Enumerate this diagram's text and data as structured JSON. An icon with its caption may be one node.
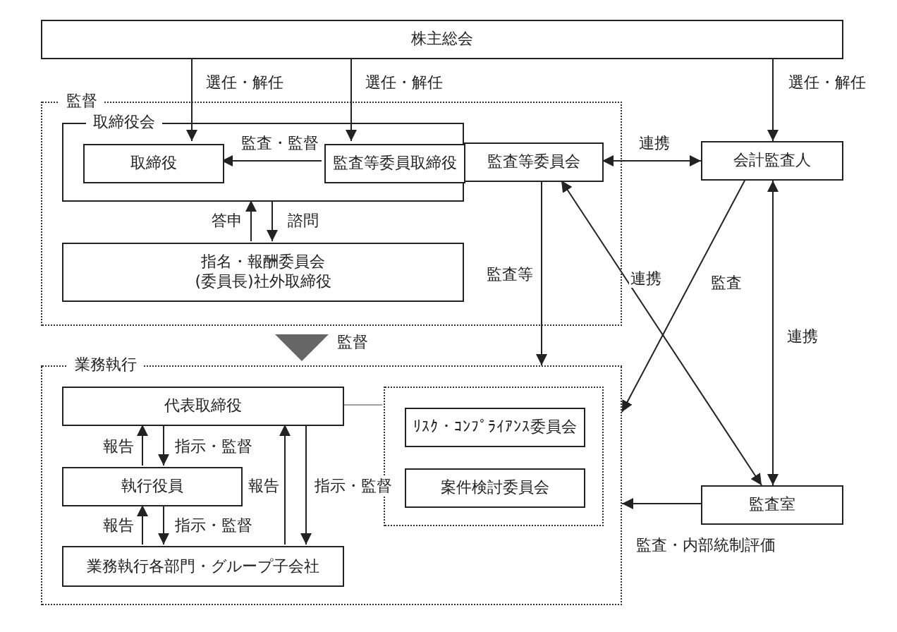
{
  "diagram": {
    "nodes": [
      {
        "text": [
          "株主総会"
        ]
      },
      {
        "text": [
          "監督"
        ]
      },
      {
        "text": [
          "取締役会"
        ],
        "in": 1
      },
      {
        "text": [
          "取締役"
        ],
        "in": 2
      },
      {
        "text": [
          "監査等委員取締役"
        ],
        "in": 2
      },
      {
        "text": [
          "監査等委員会"
        ],
        "in": 1
      },
      {
        "text": [
          "指名・報酬委員会",
          "(委員長)社外取締役"
        ],
        "in": 1
      },
      {
        "text": [
          "会計監査人"
        ]
      },
      {
        "text": [
          "業務執行"
        ]
      },
      {
        "text": [
          "代表取締役"
        ],
        "in": 8
      },
      {
        "text": [
          "執行役員"
        ],
        "in": 8
      },
      {
        "text": [
          "業務執行各部門・グループ子会社"
        ],
        "in": 8
      },
      {
        "text": [],
        "shape": "box",
        "in": 8
      },
      {
        "text": [
          "ﾘｽｸ・ｺﾝﾌﾟﾗｲｱﾝｽ委員会"
        ],
        "in": 12
      },
      {
        "text": [
          "案件検討委員会"
        ],
        "in": 12
      },
      {
        "text": [
          "監査室"
        ]
      }
    ],
    "edges": [
      {
        "from": 0,
        "to": 3,
        "arrow": "to",
        "label": "選任・解任"
      },
      {
        "from": 0,
        "to": 4,
        "arrow": "to",
        "label": "選任・解任"
      },
      {
        "from": 0,
        "to": 7,
        "arrow": "to",
        "label": "選任・解任"
      },
      {
        "from": 4,
        "to": 3,
        "arrow": "to",
        "label": "監査・監督"
      },
      {
        "from": 5,
        "to": 7,
        "arrow": "both",
        "label": "連携"
      },
      {
        "from": 6,
        "to": 2,
        "arrow": "to",
        "label": "答申"
      },
      {
        "from": 2,
        "to": 6,
        "arrow": "to",
        "label": "諮問"
      },
      {
        "from": 5,
        "to": 8,
        "arrow": "to",
        "label": "監査等"
      },
      {
        "from": 15,
        "to": 5,
        "arrow": "both",
        "label": "連携"
      },
      {
        "from": 7,
        "to": 8,
        "arrow": "to",
        "label": "監査"
      },
      {
        "from": 7,
        "to": 15,
        "arrow": "both",
        "label": "連携"
      },
      {
        "from": 15,
        "to": 8,
        "arrow": "to",
        "label": "監査・内部統制評価"
      },
      {
        "from": 9,
        "to": 10,
        "arrow": "to",
        "label": "指示・監督"
      },
      {
        "from": 10,
        "to": 9,
        "arrow": "to",
        "label": "報告"
      },
      {
        "from": 10,
        "to": 11,
        "arrow": "to",
        "label": "指示・監督"
      },
      {
        "from": 11,
        "to": 10,
        "arrow": "to",
        "label": "報告"
      },
      {
        "from": 11,
        "to": 9,
        "arrow": "to",
        "label": "報告"
      },
      {
        "from": 9,
        "to": 11,
        "arrow": "to",
        "label": "指示・監督"
      },
      {
        "from": 9,
        "to": 12,
        "arrow": "none",
        "color": "#a0a0a0"
      },
      {
        "from": 1,
        "to": 8,
        "arrow": "to",
        "label": "監督"
      }
    ]
  }
}
